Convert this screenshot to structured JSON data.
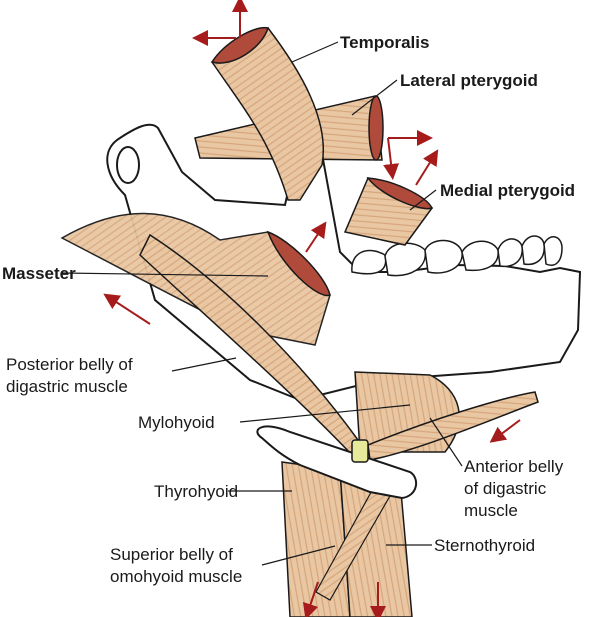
{
  "colors": {
    "muscle": "#e9c7a3",
    "muscle_dark": "#d6a57c",
    "muscle_end": "#b04a3a",
    "bone": "#ffffff",
    "outline": "#1a1a1a",
    "arrow": "#a61c1c",
    "hyoid_ring": "#e6ea9a"
  },
  "labels": {
    "temporalis": "Temporalis",
    "lateral_pterygoid": "Lateral pterygoid",
    "medial_pterygoid": "Medial pterygoid",
    "masseter": "Masseter",
    "posterior_belly_1": "Posterior belly of",
    "posterior_belly_2": "digastric muscle",
    "mylohyoid": "Mylohyoid",
    "anterior_belly_1": "Anterior belly",
    "anterior_belly_2": "of digastric",
    "anterior_belly_3": "muscle",
    "thyrohyoid": "Thyrohyoid",
    "superior_belly_1": "Superior belly of",
    "superior_belly_2": "omohyoid muscle",
    "sternothyroid": "Sternothyroid"
  },
  "icons": [
    "muscle-fiber-pattern",
    "force-arrow"
  ]
}
